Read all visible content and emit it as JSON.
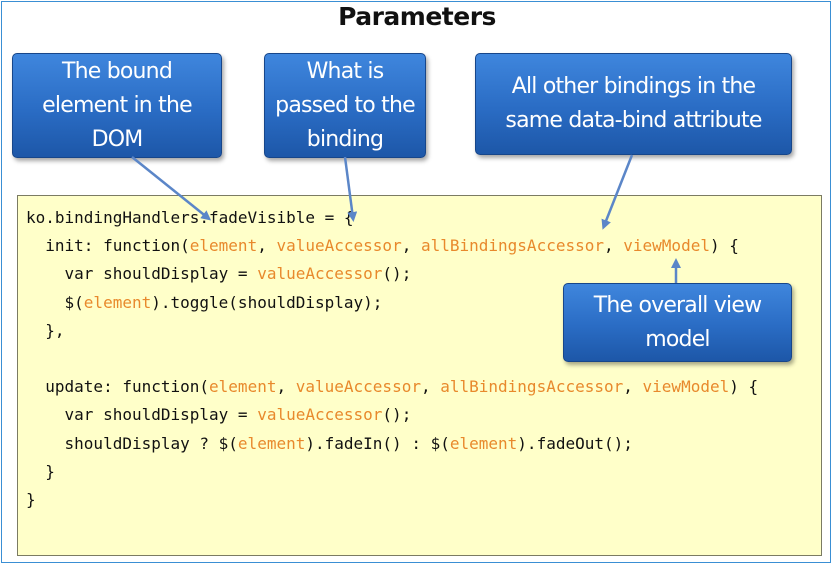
{
  "title": "Parameters",
  "callouts": {
    "bound_element": "The bound element in the DOM",
    "value_passed": "What is passed to the binding",
    "other_bindings": "All other bindings in the same data-bind attribute",
    "view_model": "The overall view model"
  },
  "colors": {
    "callout_fill": "#2a6cc4",
    "code_background": "#ffffc9",
    "param_highlight": "#e8892c",
    "arrow": "#5b86c8",
    "frame_border": "#3a8fd4"
  },
  "code": [
    [
      {
        "t": "ko.bindingHandlers.fadeVisible = {",
        "h": false
      }
    ],
    [
      {
        "t": "  init: function(",
        "h": false
      },
      {
        "t": "element",
        "h": true
      },
      {
        "t": ", ",
        "h": false
      },
      {
        "t": "valueAccessor",
        "h": true
      },
      {
        "t": ", ",
        "h": false
      },
      {
        "t": "allBindingsAccessor",
        "h": true
      },
      {
        "t": ", ",
        "h": false
      },
      {
        "t": "viewModel",
        "h": true
      },
      {
        "t": ") {",
        "h": false
      }
    ],
    [
      {
        "t": "    var shouldDisplay = ",
        "h": false
      },
      {
        "t": "valueAccessor",
        "h": true
      },
      {
        "t": "();",
        "h": false
      }
    ],
    [
      {
        "t": "    $(",
        "h": false
      },
      {
        "t": "element",
        "h": true
      },
      {
        "t": ").toggle(shouldDisplay);",
        "h": false
      }
    ],
    [
      {
        "t": "  },",
        "h": false
      }
    ],
    [
      {
        "t": "",
        "h": false
      }
    ],
    [
      {
        "t": "  update: function(",
        "h": false
      },
      {
        "t": "element",
        "h": true
      },
      {
        "t": ", ",
        "h": false
      },
      {
        "t": "valueAccessor",
        "h": true
      },
      {
        "t": ", ",
        "h": false
      },
      {
        "t": "allBindingsAccessor",
        "h": true
      },
      {
        "t": ", ",
        "h": false
      },
      {
        "t": "viewModel",
        "h": true
      },
      {
        "t": ") {",
        "h": false
      }
    ],
    [
      {
        "t": "    var shouldDisplay = ",
        "h": false
      },
      {
        "t": "valueAccessor",
        "h": true
      },
      {
        "t": "();",
        "h": false
      }
    ],
    [
      {
        "t": "    shouldDisplay ? $(",
        "h": false
      },
      {
        "t": "element",
        "h": true
      },
      {
        "t": ").fadeIn() : $(",
        "h": false
      },
      {
        "t": "element",
        "h": true
      },
      {
        "t": ").fadeOut();",
        "h": false
      }
    ],
    [
      {
        "t": "  }",
        "h": false
      }
    ],
    [
      {
        "t": "}",
        "h": false
      }
    ]
  ]
}
